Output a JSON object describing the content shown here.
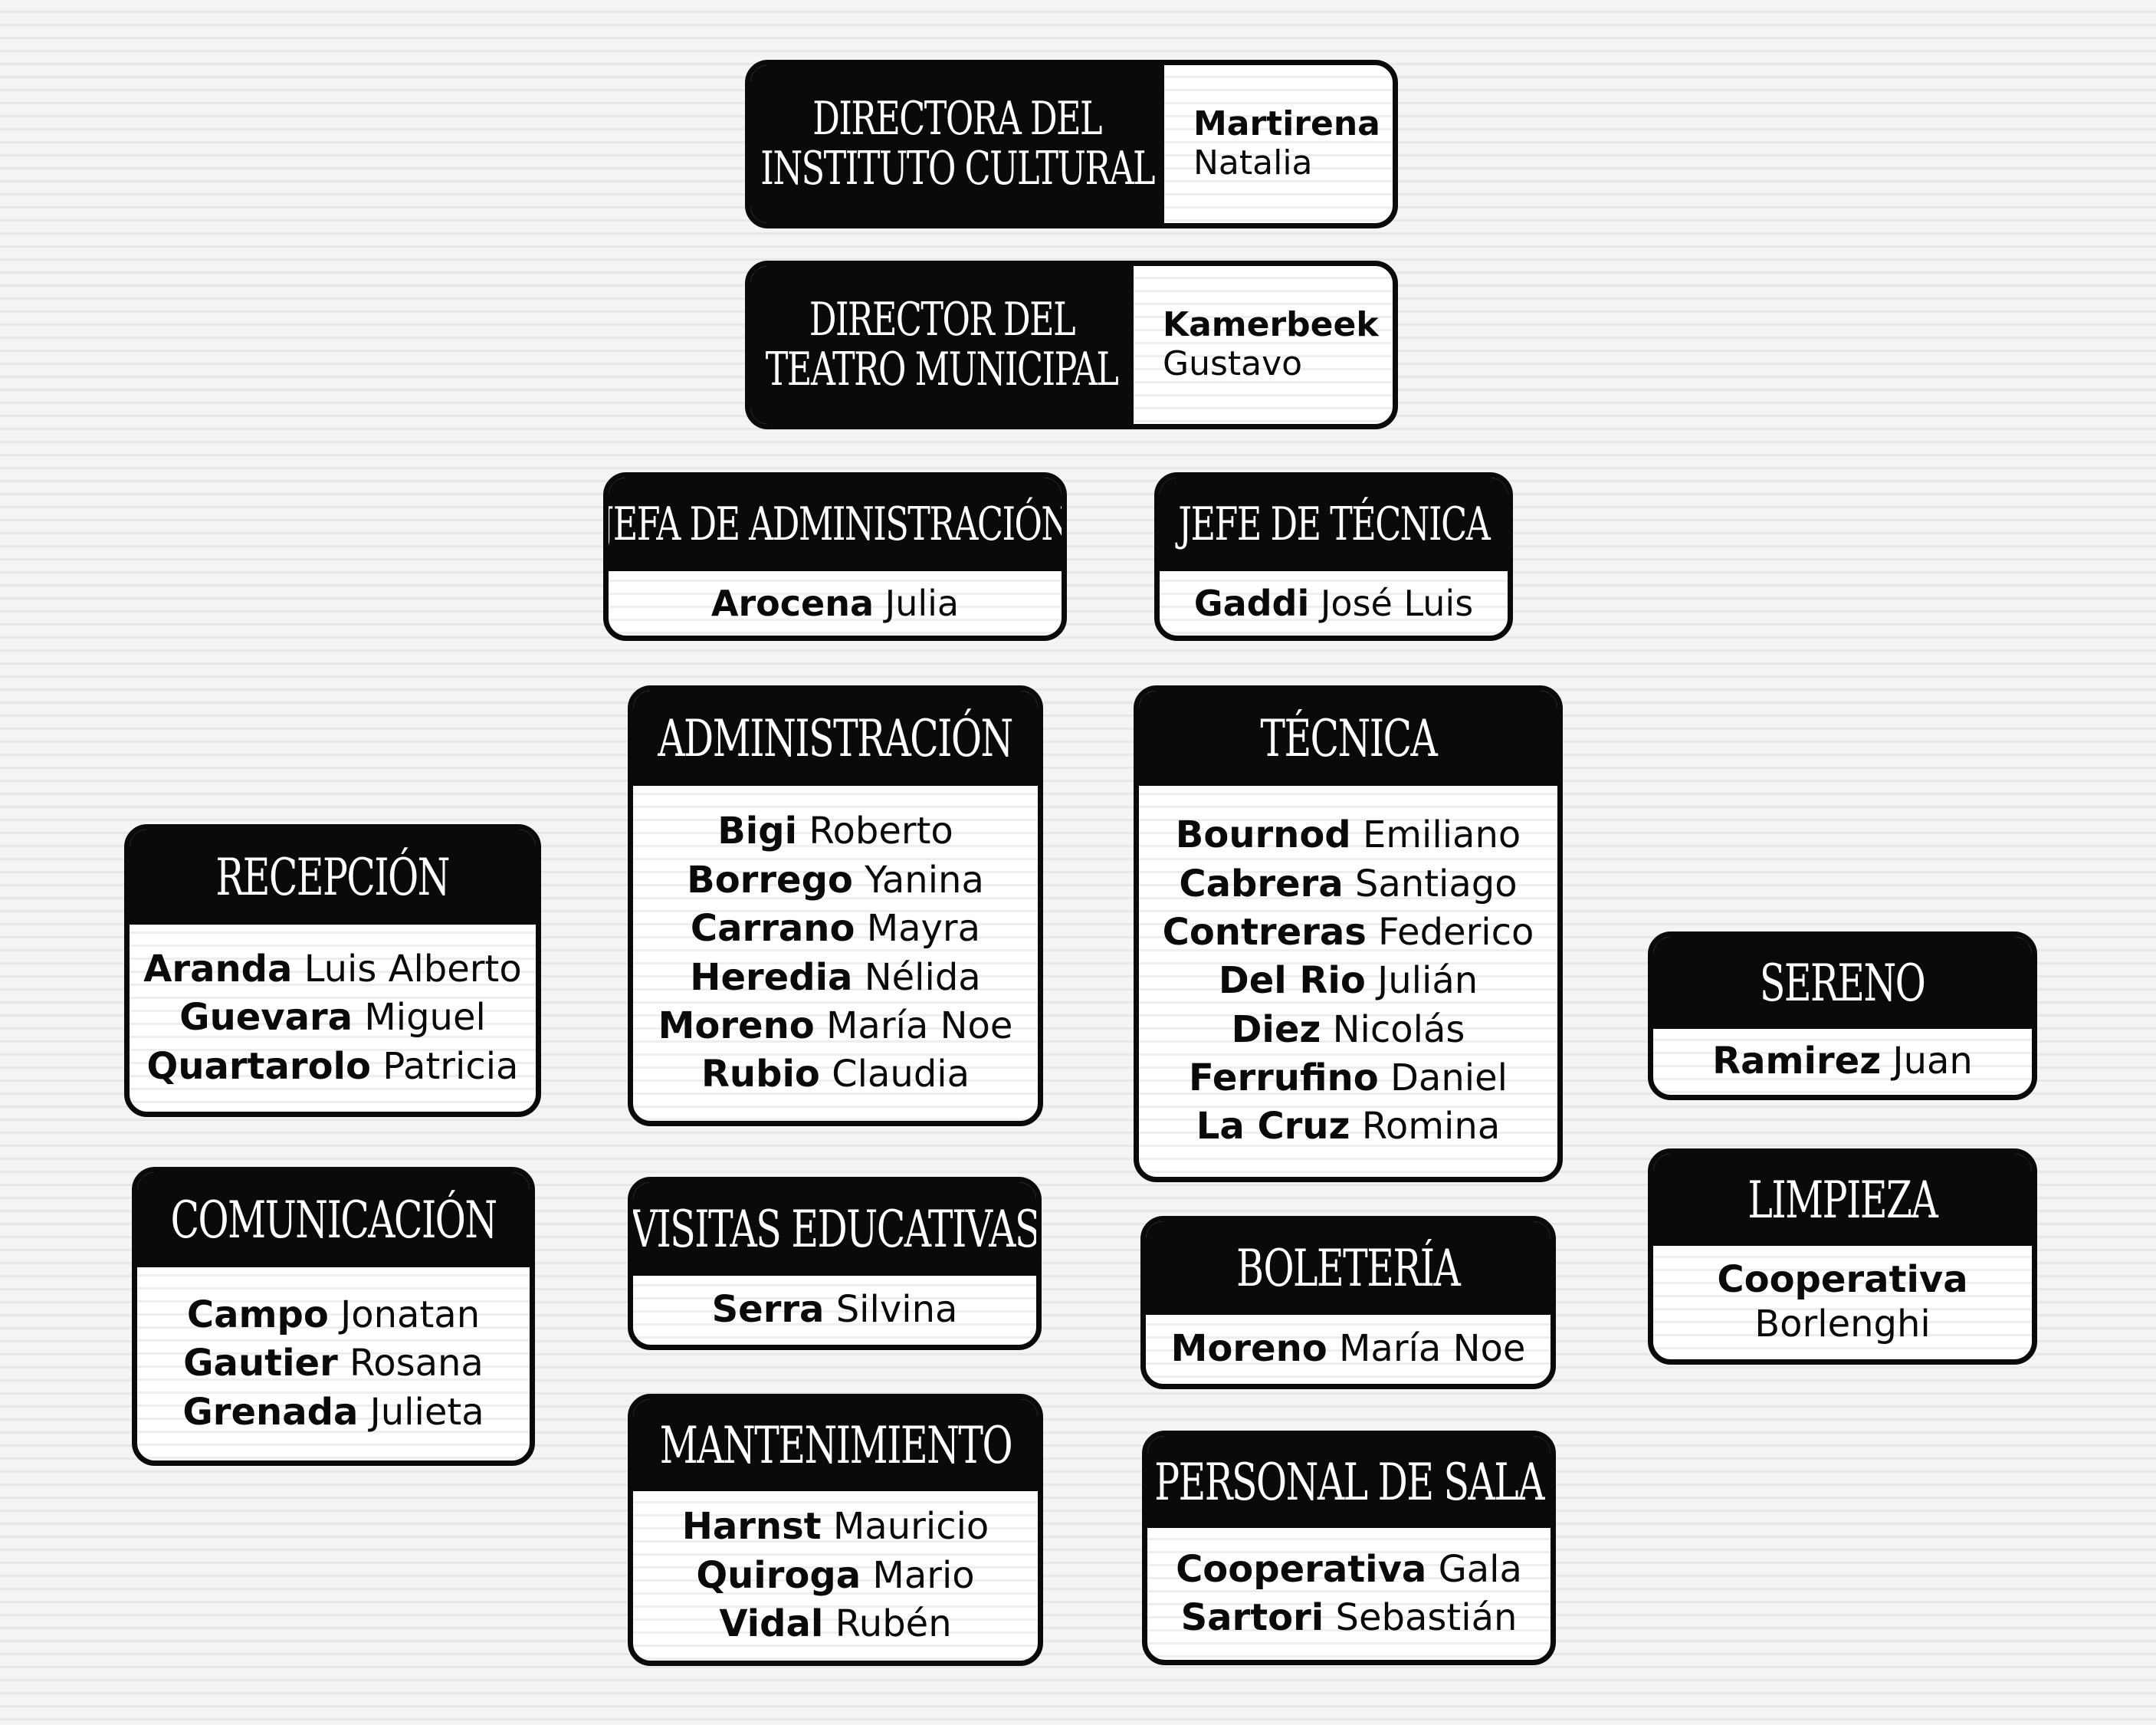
{
  "top": [
    {
      "id": "directora",
      "title_lines": [
        "DIRECTORA DEL",
        "INSTITUTO CULTURAL"
      ],
      "last": "Martirena",
      "first": "Natalia"
    },
    {
      "id": "director",
      "title_lines": [
        "DIRECTOR DEL",
        "TEATRO MUNICIPAL"
      ],
      "last": "Kamerbeek",
      "first": "Gustavo"
    }
  ],
  "units": [
    {
      "id": "jefa-administracion",
      "title": "JEFA DE ADMINISTRACIÓN",
      "members": [
        {
          "last": "Arocena",
          "first": "Julia"
        }
      ]
    },
    {
      "id": "jefe-tecnica",
      "title": "JEFE DE TÉCNICA",
      "members": [
        {
          "last": "Gaddi",
          "first": "José Luis"
        }
      ]
    },
    {
      "id": "administracion",
      "title": "ADMINISTRACIÓN",
      "members": [
        {
          "last": "Bigi",
          "first": "Roberto"
        },
        {
          "last": "Borrego",
          "first": "Yanina"
        },
        {
          "last": "Carrano",
          "first": "Mayra"
        },
        {
          "last": "Heredia",
          "first": "Nélida"
        },
        {
          "last": "Moreno",
          "first": "María Noe"
        },
        {
          "last": "Rubio",
          "first": "Claudia"
        }
      ]
    },
    {
      "id": "tecnica",
      "title": "TÉCNICA",
      "members": [
        {
          "last": "Bournod",
          "first": "Emiliano"
        },
        {
          "last": "Cabrera",
          "first": "Santiago"
        },
        {
          "last": "Contreras",
          "first": "Federico"
        },
        {
          "last": "Del Rio",
          "first": "Julián"
        },
        {
          "last": "Diez",
          "first": "Nicolás"
        },
        {
          "last": "Ferrufino",
          "first": "Daniel"
        },
        {
          "last": "La Cruz",
          "first": "Romina"
        }
      ]
    },
    {
      "id": "recepcion",
      "title": "RECEPCIÓN",
      "members": [
        {
          "last": "Aranda",
          "first": "Luis Alberto"
        },
        {
          "last": "Guevara",
          "first": "Miguel"
        },
        {
          "last": "Quartarolo",
          "first": "Patricia"
        }
      ]
    },
    {
      "id": "sereno",
      "title": "SERENO",
      "members": [
        {
          "last": "Ramirez",
          "first": "Juan"
        }
      ]
    },
    {
      "id": "comunicacion",
      "title": "COMUNICACIÓN",
      "members": [
        {
          "last": "Campo",
          "first": "Jonatan"
        },
        {
          "last": "Gautier",
          "first": "Rosana"
        },
        {
          "last": "Grenada",
          "first": "Julieta"
        }
      ]
    },
    {
      "id": "visitas-educativas",
      "title": "VISITAS EDUCATIVAS",
      "members": [
        {
          "last": "Serra",
          "first": "Silvina"
        }
      ]
    },
    {
      "id": "limpieza",
      "title": "LIMPIEZA",
      "members": [
        {
          "last": "Cooperativa",
          "first": "Borlenghi"
        }
      ]
    },
    {
      "id": "boleteria",
      "title": "BOLETERÍA",
      "members": [
        {
          "last": "Moreno",
          "first": "María Noe"
        }
      ]
    },
    {
      "id": "mantenimiento",
      "title": "MANTENIMIENTO",
      "members": [
        {
          "last": "Harnst",
          "first": "Mauricio"
        },
        {
          "last": "Quiroga",
          "first": "Mario"
        },
        {
          "last": "Vidal",
          "first": "Rubén"
        }
      ]
    },
    {
      "id": "personal-de-sala",
      "title": "PERSONAL DE SALA",
      "members": [
        {
          "last": "Cooperativa",
          "first": "Gala"
        },
        {
          "last": "Sartori",
          "first": "Sebastián"
        }
      ]
    }
  ]
}
